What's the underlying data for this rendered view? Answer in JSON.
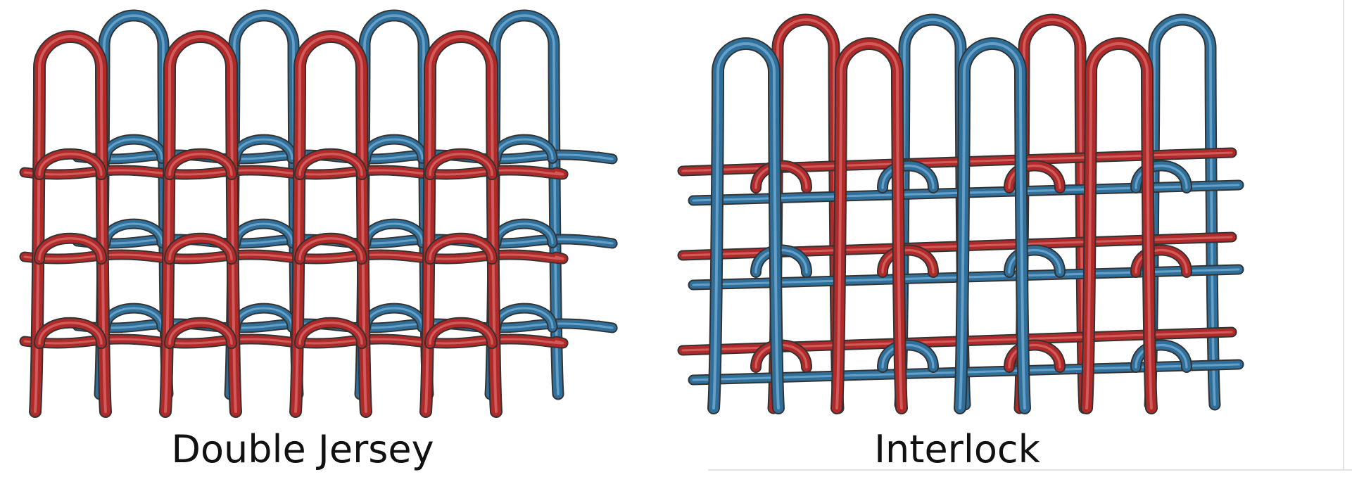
{
  "panels": [
    {
      "id": "double-jersey",
      "caption": "Double Jersey"
    },
    {
      "id": "interlock",
      "caption": "Interlock"
    }
  ],
  "colors": {
    "front_yarn": "#b02a2a",
    "back_yarn": "#2f6f9a",
    "outline": "#333333",
    "background": "#ffffff"
  }
}
